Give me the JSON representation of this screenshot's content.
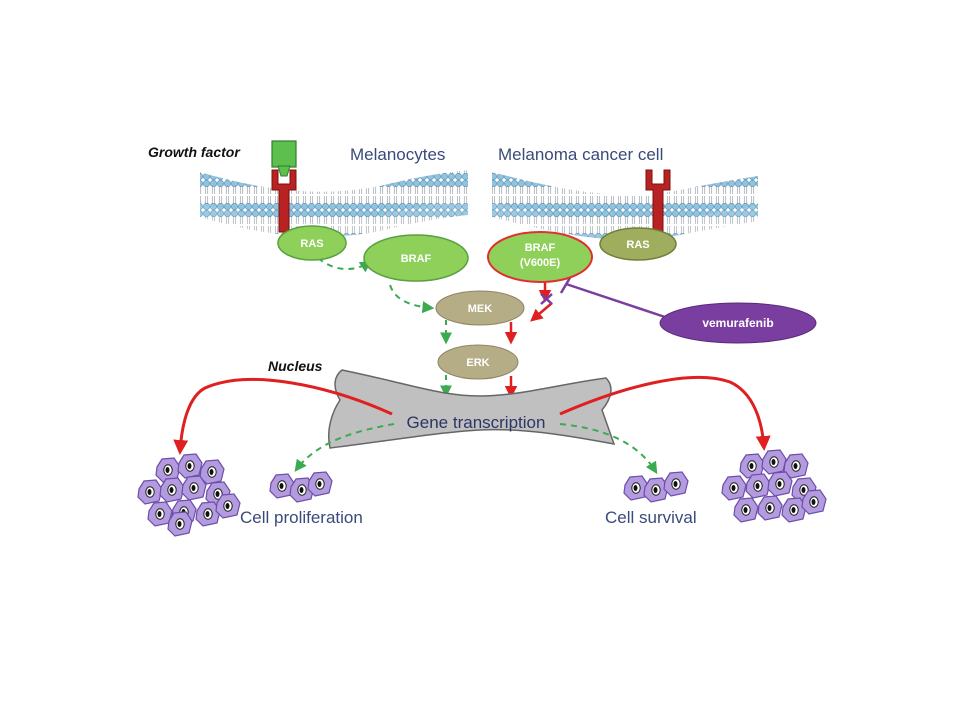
{
  "labels": {
    "growth_factor": "Growth factor",
    "melanocytes": "Melanocytes",
    "melanoma_cell": "Melanoma cancer cell",
    "nucleus": "Nucleus",
    "gene_transcription": "Gene transcription",
    "cell_proliferation": "Cell proliferation",
    "cell_survival": "Cell survival"
  },
  "nodes": {
    "ras_left": "RAS",
    "braf_left": "BRAF",
    "braf_mut_line1": "BRAF",
    "braf_mut_line2": "(V600E)",
    "ras_right": "RAS",
    "mek": "MEK",
    "erk": "ERK",
    "drug": "vemurafenib"
  },
  "colors": {
    "normal_signal": "#3caa50",
    "oncogenic_signal": "#e02020",
    "inhibitor": "#7a3ea0",
    "receptor": "#b82222",
    "ras_braf_fill": "#8fd05a",
    "braf_mutant_outline": "#e03030",
    "pathway_node": "#b5ad86",
    "nucleus": "#c0c0c0",
    "cell": "#b49be0"
  },
  "icons": [
    "growth-factor-ligand",
    "receptor-icon",
    "cell-membrane",
    "cell-cluster-icon"
  ]
}
